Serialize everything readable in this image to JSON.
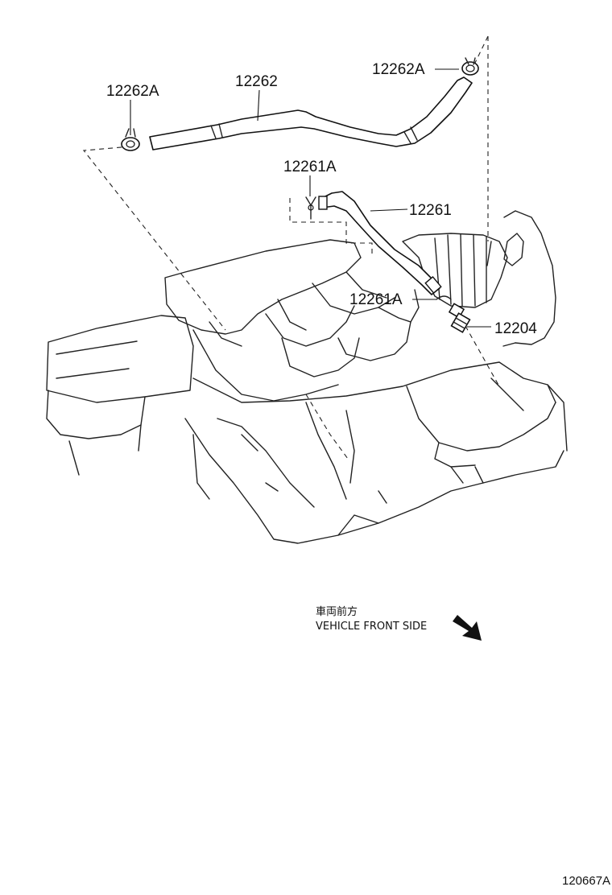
{
  "diagram": {
    "part_labels": {
      "clamp_left": "12262A",
      "hose_upper": "12262",
      "clamp_right": "12262A",
      "clip_upper": "12261A",
      "hose_lower": "12261",
      "clip_lower": "12261A",
      "pcv_valve": "12204"
    },
    "direction": {
      "japanese": "車両前方",
      "english": "VEHICLE FRONT SIDE"
    },
    "figure_code": "120667A"
  }
}
